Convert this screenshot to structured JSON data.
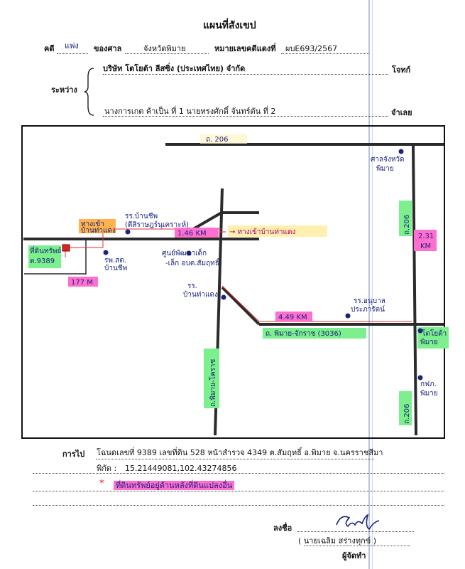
{
  "header": {
    "title": "แผนที่สังเขป",
    "case_type_label": "คดี",
    "case_type_value": "แพ่ง",
    "court_label": "ของศาล",
    "court_value": "จังหวัดพิมาย",
    "case_number_label": "หมายเลขคดีแดงที่",
    "case_number_value": "ผบE693/2567"
  },
  "parties": {
    "plaintiff": "บริษัท โตโยต้า ลีสซิ่ง (ประเทศไทย) จำกัด",
    "plaintiff_role": "โจทก์",
    "between_label": "ระหว่าง",
    "defendants": "นางการเกต ค้าเป็น ที่ 1 นายทรงศักดิ์ จันทร์ตัน ที่ 2",
    "defendant_role": "จำเลย"
  },
  "map": {
    "road_206": "ถ. 206",
    "dist_1": "1.46 KM",
    "route_label": "→ ทางเข้าบ้านท่าแดง",
    "dist_west": "177 M",
    "dist_2": "2.31",
    "dist_2_unit": "KM",
    "dist_3": "4.49 KM",
    "road_3036": "ถ. พิมาย-จักราช (3036)",
    "landmark_1_line1": "ทางเข้า",
    "landmark_1_line2": "บ้านท่าแดง",
    "school_1_line1": "รร.บ้านชีพ",
    "school_1_line2": "(ตีสิราษฎร์นุเคราะห์)",
    "hospital_line1": "รพ.สต.",
    "hospital_line2": "บ้านชีพ",
    "center_line1": "ศูนย์พัฒนาเด็ก",
    "center_line2": "-เล็ก อบต.สัมฤทธิ์",
    "school_2_line1": "รร.",
    "school_2_line2": "บ้านท่าแดง",
    "school_3_line1": "รร.อนุบาล",
    "school_3_line2": "ประภารัตน์",
    "court_line1": "ศาลจังหวัด",
    "court_line2": "พิมาย",
    "police_line1": "โตโยต้า",
    "police_line2": "พิมาย",
    "hospital2_line1": "กฟภ.",
    "hospital2_line2": "พิมาย",
    "land_line1": "ที่ดินทรัพย์",
    "land_line2": "ต.9389",
    "road_korat": "ถ.พิมาย-โคราช",
    "road_east_top": "ถ.206",
    "road_east_bottom": "ถ.206"
  },
  "footer": {
    "route_label": "การไป",
    "route_text": "โฉนดเลขที่ 9389 เลขที่ดิน 528 หน้าสำรวจ 4349 ต.สัมฤทธิ์ อ.พิมาย จ.นครราชสีมา",
    "coords_label": "พิกัด :",
    "coords_value": "15.21449081,102.43274856",
    "note": "ที่ดินทรัพย์อยู่ด้านหลังที่ดินแปลงอื่น",
    "sign_label": "ลงชื่อ",
    "signer": "(     นายเฉลิม  สร่างทุกข์     )",
    "signer_role": "ผู้จัดทำ"
  }
}
